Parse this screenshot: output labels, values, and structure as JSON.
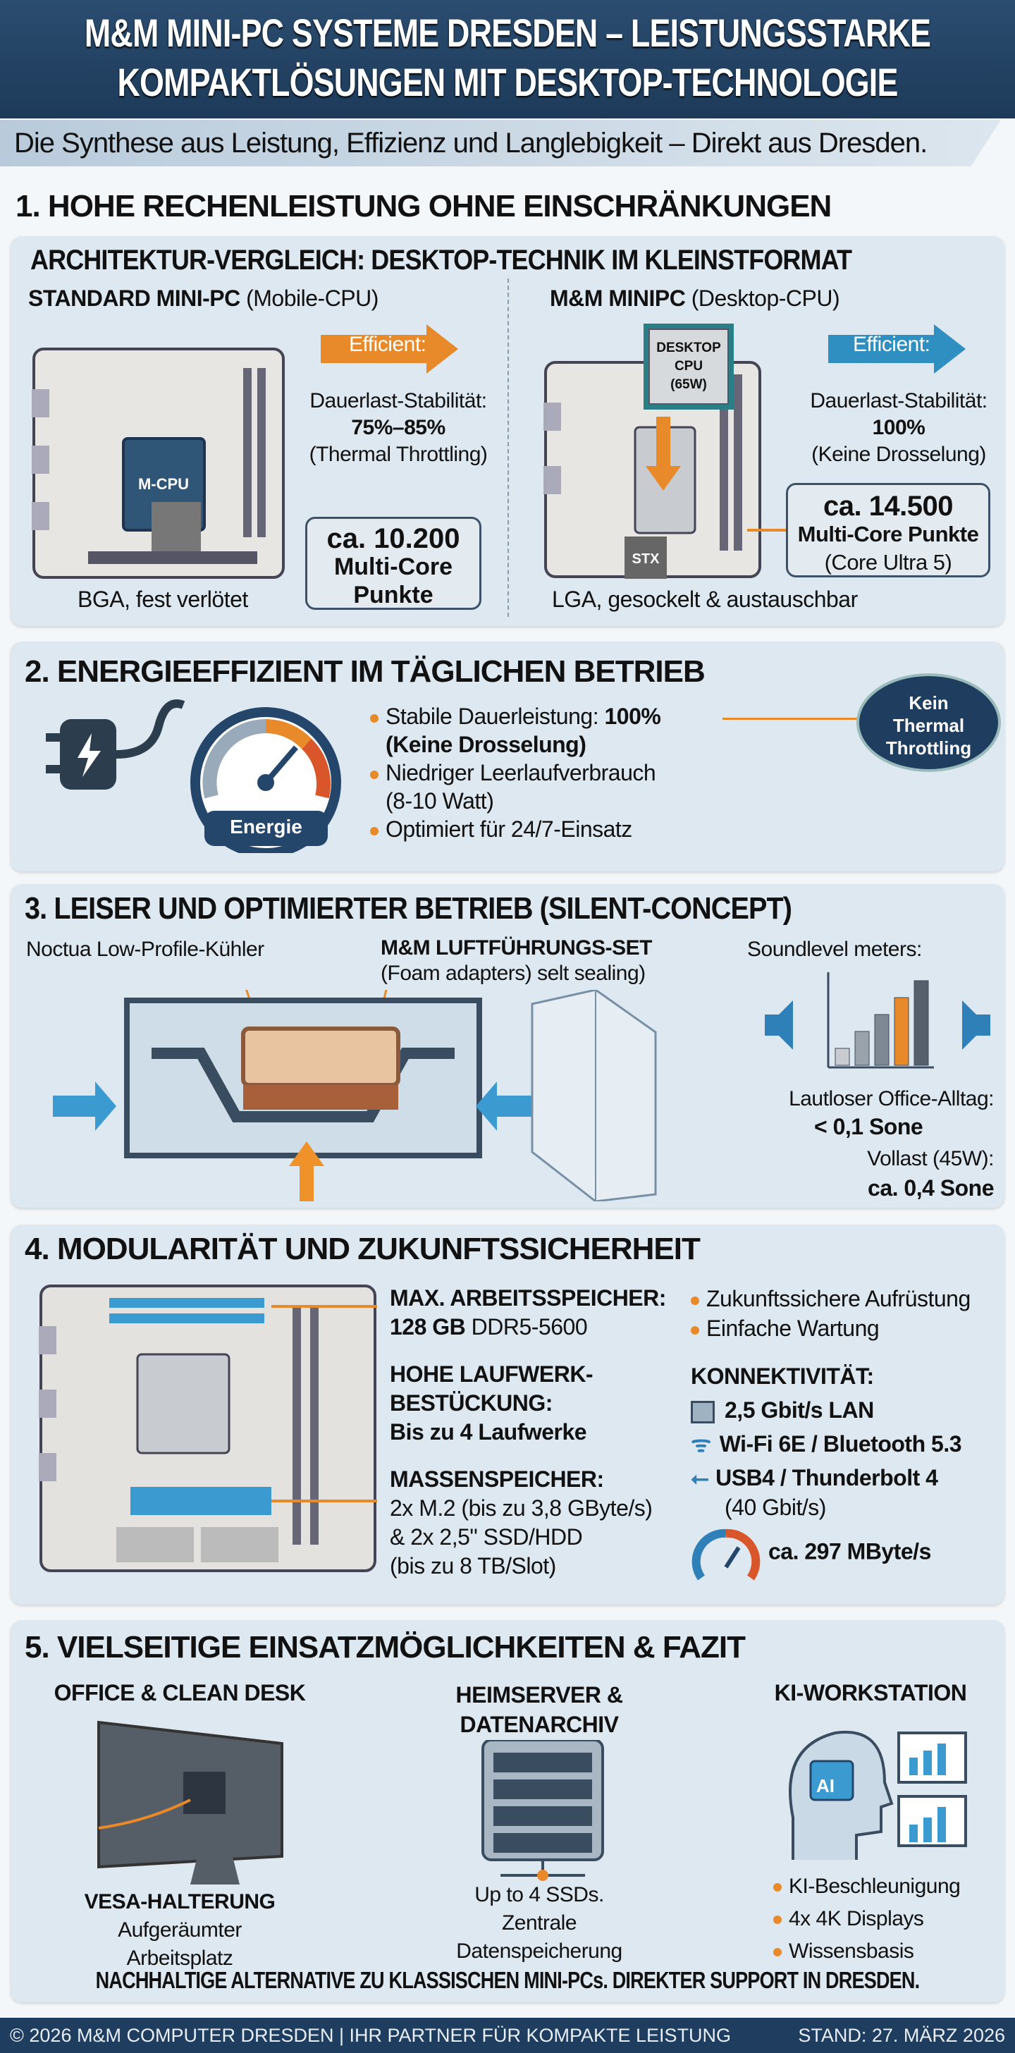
{
  "header": {
    "title_line1": "M&M MINI-PC SYSTEME DRESDEN – LEISTUNGSSTARKE",
    "title_line2": "KOMPAKTLÖSUNGEN MIT DESKTOP-TECHNOLOGIE",
    "subtitle": "Die Synthese aus Leistung, Effizienz und Langlebigkeit – Direkt aus Dresden."
  },
  "s1": {
    "title": "1. HOHE RECHENLEISTUNG OHNE EINSCHRÄNKUNGEN",
    "heading": "ARCHITEKTUR-VERGLEICH: DESKTOP-TECHNIK IM KLEINSTFORMAT",
    "left": {
      "name": "STANDARD MINI-PC",
      "type": "(Mobile-CPU)",
      "chip": "M-CPU",
      "arrow": "Efficient:",
      "stab_label": "Dauerlast-Stabilität:",
      "stab_value": "75%–85%",
      "stab_note": "(Thermal Throttling)",
      "score": "ca. 10.200",
      "score_l1": "Multi-Core",
      "score_l2": "Punkte",
      "caption": "BGA, fest verlötet"
    },
    "right": {
      "name": "M&M MINIPC",
      "type": "(Desktop-CPU)",
      "cpu_l1": "DESKTOP",
      "cpu_l2": "CPU",
      "cpu_l3": "(65W)",
      "chip2": "STX",
      "arrow": "Efficient:",
      "stab_label": "Dauerlast-Stabilität:",
      "stab_value": "100%",
      "stab_note": "(Keine Drosselung)",
      "score": "ca. 14.500",
      "score_l1": "Multi-Core Punkte",
      "score_l2": "(Core Ultra 5)",
      "caption": "LGA, gesockelt & austauschbar"
    }
  },
  "s2": {
    "title": "2. ENERGIEEFFIZIENT IM TÄGLICHEN BETRIEB",
    "gauge_label": "Energie",
    "b1_pre": "Stabile Dauerleistung: ",
    "b1_bold": "100%",
    "b1_l2": "(Keine Drosselung)",
    "b2_l1": "Niedriger Leerlaufverbrauch",
    "b2_l2": "(8-10 Watt)",
    "b3": "Optimiert für 24/7-Einsatz",
    "badge_l1": "Kein",
    "badge_l2": "Thermal",
    "badge_l3": "Throttling"
  },
  "s3": {
    "title": "3. LEISER UND OPTIMIERTER BETRIEB (SILENT-CONCEPT)",
    "cooler": "Noctua Low-Profile-Kühler",
    "airset": "M&M LUFTFÜHRUNGS-SET",
    "airset_note": "(Foam adapters) selt sealing)",
    "meters": "Soundlevel meters:",
    "office": "Lautloser Office-Alltag:",
    "office_val": "< 0,1 Sone",
    "full": "Vollast (45W):",
    "full_val": "ca. 0,4 Sone",
    "sound_bars": [
      1,
      2,
      3,
      4,
      5
    ]
  },
  "s4": {
    "title": "4. MODULARITÄT UND ZUKUNFTSSICHERHEIT",
    "ram_h": "MAX. ARBEITSSPEICHER:",
    "ram_b": "128 GB",
    "ram_v": " DDR5-5600",
    "drv_h1": "HOHE LAUFWERK-",
    "drv_h2": "BESTÜCKUNG:",
    "drv_v": "Bis zu 4 Laufwerke",
    "ms_h": "MASSENSPEICHER:",
    "ms_1": "2x M.2 (bis zu 3,8 GByte/s)",
    "ms_2": "& 2x 2,5\" SSD/HDD",
    "ms_3": "(bis zu 8 TB/Slot)",
    "b1": "Zukunftssichere Aufrüstung",
    "b2": "Einfache Wartung",
    "conn": "KONNEKTIVITÄT:",
    "lan": "2,5 Gbit/s LAN",
    "wifi": "Wi-Fi 6E / Bluetooth 5.3",
    "usb": "USB4 / Thunderbolt 4",
    "usb_note": "(40 Gbit/s)",
    "speed": "ca. 297 MByte/s"
  },
  "s5": {
    "title": "5. VIELSEITIGE EINSATZMÖGLICHKEITEN & FAZIT",
    "c1_h": "OFFICE & CLEAN DESK",
    "c1_b": "VESA-HALTERUNG",
    "c1_l1": "Aufgeräumter",
    "c1_l2": "Arbeitsplatz",
    "c2_h1": "HEIMSERVER &",
    "c2_h2": "DATENARCHIV",
    "c2_l1": "Up to 4 SSDs.",
    "c2_l2": "Zentrale",
    "c2_l3": "Datenspeicherung",
    "c3_h": "KI-WORKSTATION",
    "c3_ai": "AI",
    "c3_b1": "KI-Beschleunigung",
    "c3_b2": "4x 4K Displays",
    "c3_b3": "Wissensbasis",
    "conclusion": "NACHHALTIGE ALTERNATIVE ZU KLASSISCHEN MINI-PCs. DIREKTER SUPPORT IN DRESDEN."
  },
  "footer": {
    "copyright": "© 2026 M&M COMPUTER DRESDEN | IHR PARTNER FÜR KOMPAKTE LEISTUNG",
    "date": "STAND: 27. MÄRZ 2026"
  },
  "colors": {
    "navy": "#1f3d5e",
    "orange": "#e8892a",
    "blue": "#2f8fc0",
    "panel": "#dde8f0"
  }
}
